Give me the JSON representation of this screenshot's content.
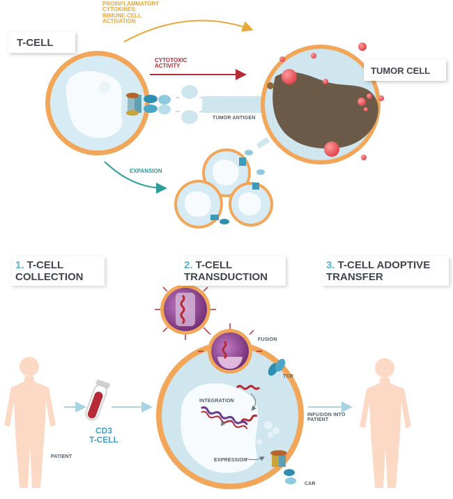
{
  "top": {
    "tcell_label": "T-CELL",
    "tumor_label": "TUMOR CELL",
    "proinflammatory": "PROINFLAMMATORY\nCYTOKINES:\nIMMUNE-CELL\nACTIVATION",
    "cytotoxic": "CYTOTOXIC\nACTIVITY",
    "tumor_antigen": "TUMOR ANTIGEN",
    "expansion": "EXPANSION"
  },
  "steps": [
    {
      "num": "1.",
      "text": " T-CELL\nCOLLECTION"
    },
    {
      "num": "2.",
      "text": " T-CELL\nTRANSDUCTION"
    },
    {
      "num": "3.",
      "text": " T-CELL ADOPTIVE\nTRANSFER"
    }
  ],
  "bottom": {
    "fusion": "FUSION",
    "tcr": "TCR",
    "integration": "INTEGRATION",
    "expression": "EXPRESSION",
    "car": "CAR",
    "patient": "PATIENT",
    "cd3": "CD3\nT-CELL",
    "infusion": "INFUSION INTO\nPATIENT"
  },
  "colors": {
    "orange": "#f2a65a",
    "light_blue": "#cfe6ef",
    "tumor_dark": "#6b5a48",
    "red": "#e0464c",
    "teal": "#2d9c9b",
    "gold": "#e7a83a",
    "crimson": "#b52a35",
    "purple": "#8e3e8f",
    "skin": "#fbd9c4"
  }
}
